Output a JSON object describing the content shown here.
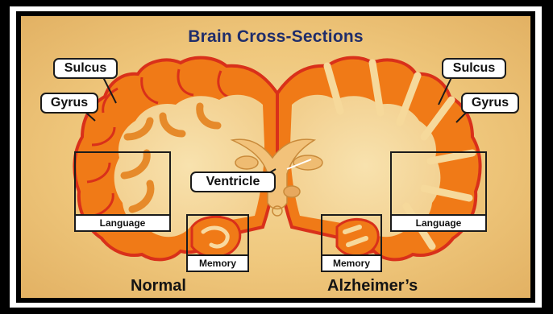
{
  "title": "Brain Cross-Sections",
  "labels": {
    "sulcus_left": "Sulcus",
    "gyrus_left": "Gyrus",
    "sulcus_right": "Sulcus",
    "gyrus_right": "Gyrus",
    "ventricle": "Ventricle"
  },
  "regions": {
    "language_left": "Language",
    "memory_left": "Memory",
    "memory_right": "Memory",
    "language_right": "Language"
  },
  "captions": {
    "left": "Normal",
    "right": "Alzheimer’s"
  },
  "colors": {
    "background": "#efc77c",
    "cortex": "#f07a17",
    "cortex_outline": "#d9301a",
    "white_matter": "#f6d99b",
    "title": "#1f2d6b"
  }
}
